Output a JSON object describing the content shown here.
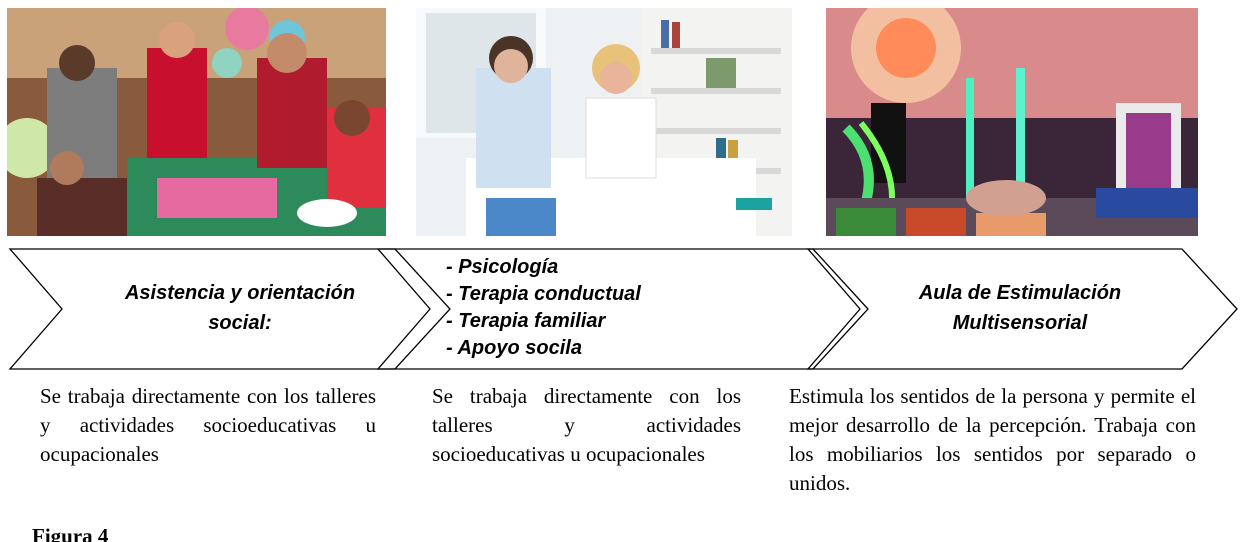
{
  "labels": {
    "left": [
      "Asistencia y orientación",
      "social:"
    ],
    "middle": [
      "- Psicología",
      "- Terapia conductual",
      "- Terapia familiar",
      "- Apoyo socila"
    ],
    "right": [
      "Aula de Estimulación",
      "Multisensorial"
    ]
  },
  "descriptions": {
    "left": "Se trabaja directamente con los talleres y actividades socioeducativas u ocupacionales",
    "middle": "Se trabaja directamente con los talleres y actividades socioeducativas u ocupacionales",
    "right": "Estimula los sentidos de la persona y permite el mejor desarrollo de la percepción. Trabaja con los mobiliarios los sentidos por separado o unidos."
  },
  "figure_caption": "Figura 4",
  "colors": {
    "arrow_stroke": "#000000",
    "text": "#000000",
    "page_bg": "#ffffff"
  }
}
